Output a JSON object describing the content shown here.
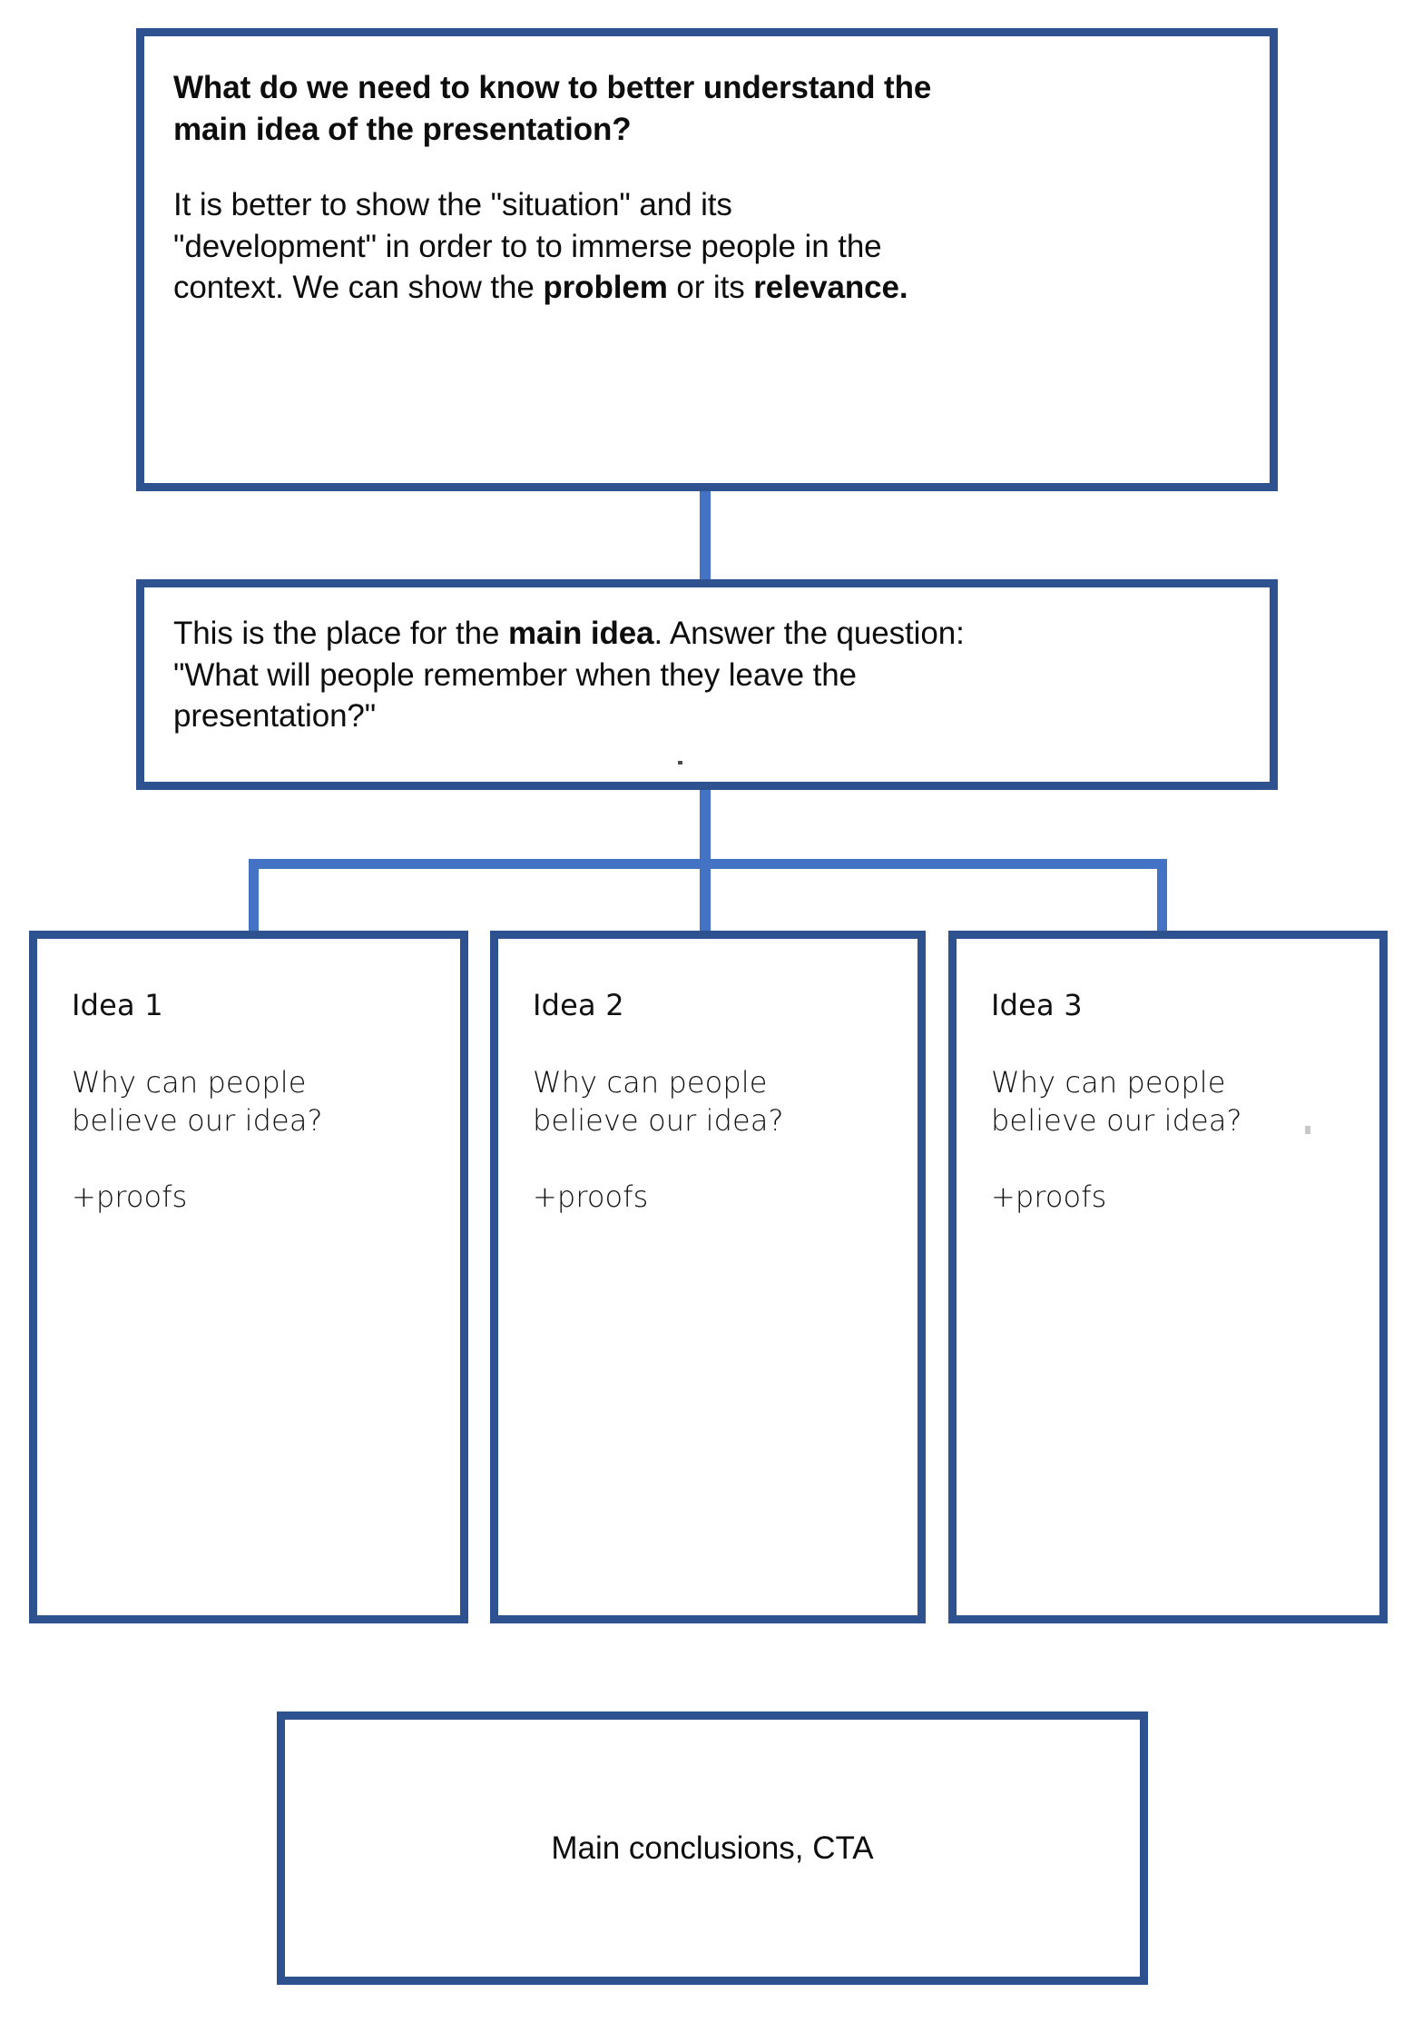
{
  "diagram": {
    "title": "Presentation structure outline",
    "colors": {
      "box_border": "#2e5290",
      "connector": "#4472c4",
      "text": "#0d0d0d",
      "background": "#ffffff"
    }
  },
  "context_box": {
    "question_line_1": "What do we need to know to better understand the",
    "question_line_2": "main idea of the presentation?",
    "body_1": "It is better to show the \"situation\" and its",
    "body_2": "\"development\" in order to to immerse people in the",
    "body_3_pre": "context. We can show the ",
    "body_3_bold_1": "problem",
    "body_3_mid": " or its ",
    "body_3_bold_2": "relevance."
  },
  "main_idea_box": {
    "line_1_pre": "This is the place for the ",
    "line_1_bold": "main idea",
    "line_1_post": ". Answer the question:",
    "line_2": "\"What will people remember when they leave the",
    "line_3": "presentation?\""
  },
  "ideas": [
    {
      "title": "Idea 1",
      "question_line_1": "Why can people",
      "question_line_2": "believe our idea?",
      "proofs": "+proofs"
    },
    {
      "title": "Idea 2",
      "question_line_1": "Why can people",
      "question_line_2": "believe our idea?",
      "proofs": "+proofs"
    },
    {
      "title": "Idea 3",
      "question_line_1": "Why can people",
      "question_line_2": "believe our idea?",
      "proofs": "+proofs"
    }
  ],
  "conclusion_box": {
    "text": "Main conclusions, CTA"
  }
}
